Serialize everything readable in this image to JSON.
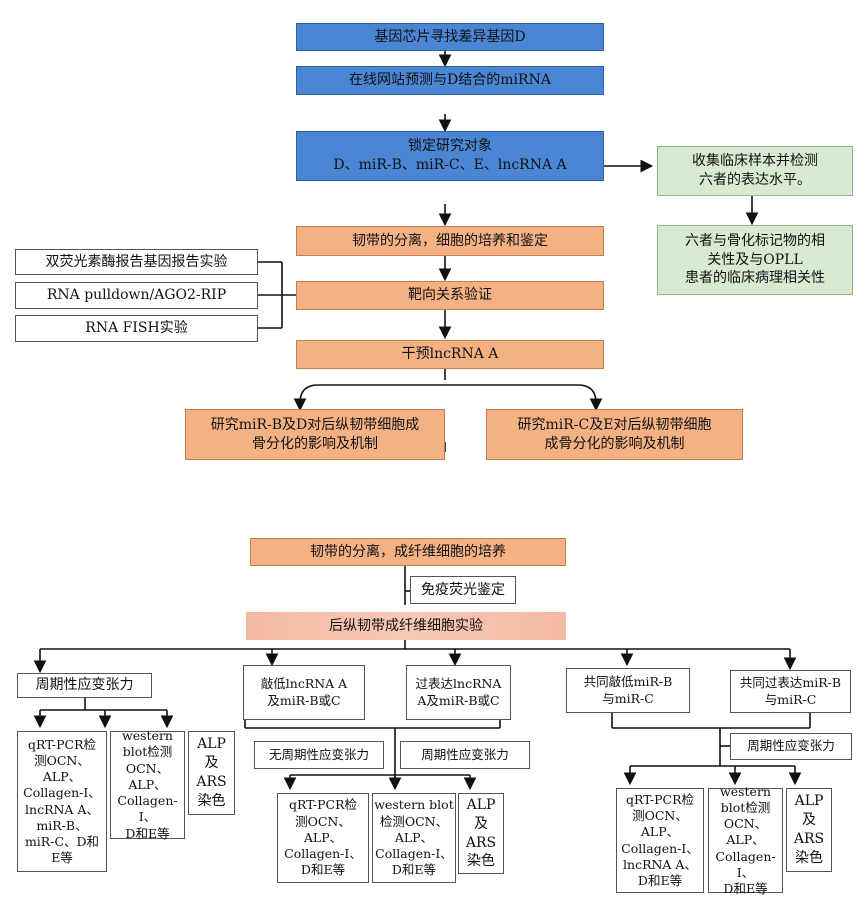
{
  "top": {
    "step1": "基因芯片寻找差异基因D",
    "step2": "在线网站预测与D结合的miRNA",
    "step3": "锁定研究对象\nD、miR-B、miR-C、E、lncRNA A",
    "clinical1": "收集临床样本并检测\n六者的表达水平。",
    "clinical2": "六者与骨化标记物的相\n关性及与OPLL\n患者的临床病理相关性",
    "step4": "韧带的分离，细胞的培养和鉴定",
    "step5": "靶向关系验证",
    "assay1": "双荧光素酶报告基因报告实验",
    "assay2": "RNA pulldown/AGO2-RIP",
    "assay3": "RNA FISH实验",
    "step6": "干预lncRNA A",
    "branch_left": "研究miR-B及D对后纵韧带细胞成\n骨分化的影响及机制",
    "branch_right": "研究miR-C及E对后纵韧带细胞\n成骨分化的影响及机制"
  },
  "bottom": {
    "isolate": "韧带的分离，成纤维细胞的培养",
    "immuno": "免疫荧光鉴定",
    "experiment": "后纵韧带成纤维细胞实验",
    "g1": "周期性应变张力",
    "g2": "敲低lncRNA A\n及miR-B或C",
    "g3": "过表达lncRNA\nA及miR-B或C",
    "g4": "共同敲低miR-B\n与miR-C",
    "g5": "共同过表达miR-B\n与miR-C",
    "no_strain": "无周期性应变张力",
    "strain_mid": "周期性应变张力",
    "strain_right": "周期性应变张力",
    "l_qrt": "qRT-PCR检\n测OCN、\nALP、\nCollagen-I、\nlncRNA A、\nmiR-B、\nmiR-C、D和\nE等",
    "l_wb": "western\nblot检测\nOCN、\nALP、\nCollagen-I、\nD和E等",
    "l_alp": "ALP\n及\nARS\n染色",
    "m_qrt": "qRT-PCR检\n测OCN、\nALP、\nCollagen-I、\nD和E等",
    "m_wb": "western blot\n检测OCN、\nALP、\nCollagen-I、\nD和E等",
    "m_alp": "ALP\n及\nARS\n染色",
    "r_qrt": "qRT-PCR检\n测OCN、\nALP、\nCollagen-I、\nlncRNA A、\nD和E等",
    "r_wb": "western\nblot检测\nOCN、\nALP、\nCollagen-I、\nD和E等",
    "r_alp": "ALP\n及\nARS\n染色"
  }
}
